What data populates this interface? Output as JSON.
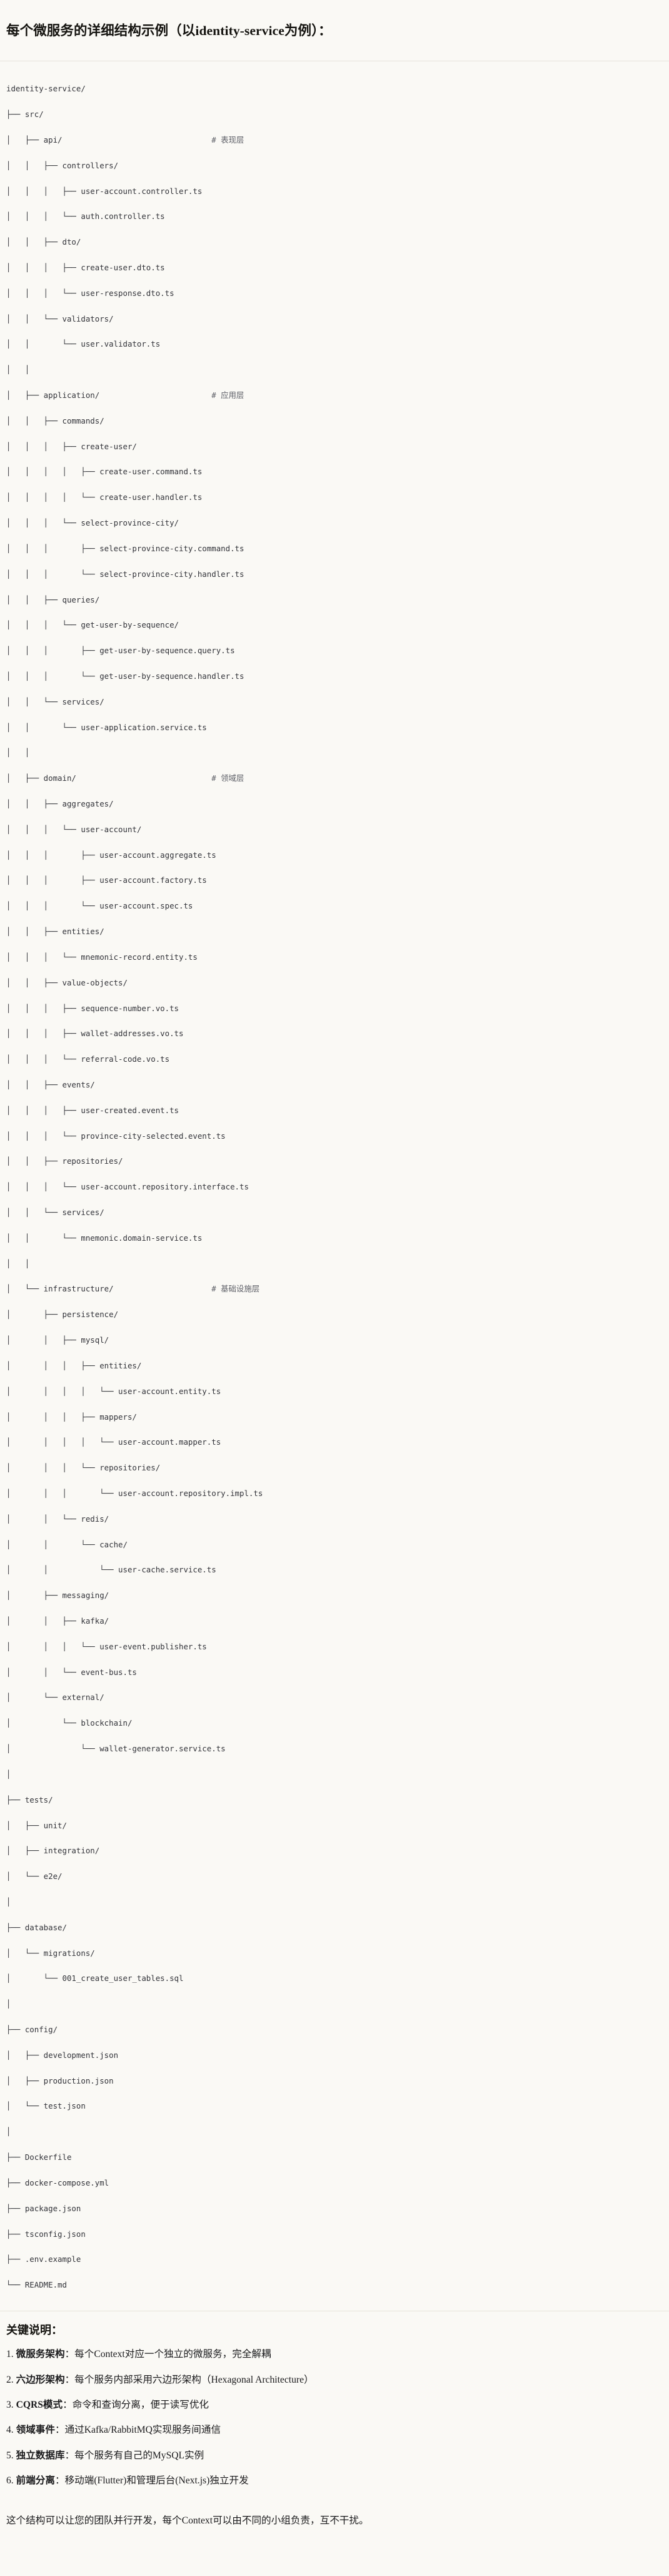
{
  "heading": "每个微服务的详细结构示例（以identity-service为例）：",
  "tree": {
    "root": "identity-service/",
    "lines": [
      {
        "text": "identity-service/",
        "comment": ""
      },
      {
        "text": "├── src/",
        "comment": ""
      },
      {
        "text": "│   ├── api/",
        "comment": "# 表现层"
      },
      {
        "text": "│   │   ├── controllers/",
        "comment": ""
      },
      {
        "text": "│   │   │   ├── user-account.controller.ts",
        "comment": ""
      },
      {
        "text": "│   │   │   └── auth.controller.ts",
        "comment": ""
      },
      {
        "text": "│   │   ├── dto/",
        "comment": ""
      },
      {
        "text": "│   │   │   ├── create-user.dto.ts",
        "comment": ""
      },
      {
        "text": "│   │   │   └── user-response.dto.ts",
        "comment": ""
      },
      {
        "text": "│   │   └── validators/",
        "comment": ""
      },
      {
        "text": "│   │       └── user.validator.ts",
        "comment": ""
      },
      {
        "text": "│   │",
        "comment": ""
      },
      {
        "text": "│   ├── application/",
        "comment": "# 应用层"
      },
      {
        "text": "│   │   ├── commands/",
        "comment": ""
      },
      {
        "text": "│   │   │   ├── create-user/",
        "comment": ""
      },
      {
        "text": "│   │   │   │   ├── create-user.command.ts",
        "comment": ""
      },
      {
        "text": "│   │   │   │   └── create-user.handler.ts",
        "comment": ""
      },
      {
        "text": "│   │   │   └── select-province-city/",
        "comment": ""
      },
      {
        "text": "│   │   │       ├── select-province-city.command.ts",
        "comment": ""
      },
      {
        "text": "│   │   │       └── select-province-city.handler.ts",
        "comment": ""
      },
      {
        "text": "│   │   ├── queries/",
        "comment": ""
      },
      {
        "text": "│   │   │   └── get-user-by-sequence/",
        "comment": ""
      },
      {
        "text": "│   │   │       ├── get-user-by-sequence.query.ts",
        "comment": ""
      },
      {
        "text": "│   │   │       └── get-user-by-sequence.handler.ts",
        "comment": ""
      },
      {
        "text": "│   │   └── services/",
        "comment": ""
      },
      {
        "text": "│   │       └── user-application.service.ts",
        "comment": ""
      },
      {
        "text": "│   │",
        "comment": ""
      },
      {
        "text": "│   ├── domain/",
        "comment": "# 领域层"
      },
      {
        "text": "│   │   ├── aggregates/",
        "comment": ""
      },
      {
        "text": "│   │   │   └── user-account/",
        "comment": ""
      },
      {
        "text": "│   │   │       ├── user-account.aggregate.ts",
        "comment": ""
      },
      {
        "text": "│   │   │       ├── user-account.factory.ts",
        "comment": ""
      },
      {
        "text": "│   │   │       └── user-account.spec.ts",
        "comment": ""
      },
      {
        "text": "│   │   ├── entities/",
        "comment": ""
      },
      {
        "text": "│   │   │   └── mnemonic-record.entity.ts",
        "comment": ""
      },
      {
        "text": "│   │   ├── value-objects/",
        "comment": ""
      },
      {
        "text": "│   │   │   ├── sequence-number.vo.ts",
        "comment": ""
      },
      {
        "text": "│   │   │   ├── wallet-addresses.vo.ts",
        "comment": ""
      },
      {
        "text": "│   │   │   └── referral-code.vo.ts",
        "comment": ""
      },
      {
        "text": "│   │   ├── events/",
        "comment": ""
      },
      {
        "text": "│   │   │   ├── user-created.event.ts",
        "comment": ""
      },
      {
        "text": "│   │   │   └── province-city-selected.event.ts",
        "comment": ""
      },
      {
        "text": "│   │   ├── repositories/",
        "comment": ""
      },
      {
        "text": "│   │   │   └── user-account.repository.interface.ts",
        "comment": ""
      },
      {
        "text": "│   │   └── services/",
        "comment": ""
      },
      {
        "text": "│   │       └── mnemonic.domain-service.ts",
        "comment": ""
      },
      {
        "text": "│   │",
        "comment": ""
      },
      {
        "text": "│   └── infrastructure/",
        "comment": "# 基础设施层"
      },
      {
        "text": "│       ├── persistence/",
        "comment": ""
      },
      {
        "text": "│       │   ├── mysql/",
        "comment": ""
      },
      {
        "text": "│       │   │   ├── entities/",
        "comment": ""
      },
      {
        "text": "│       │   │   │   └── user-account.entity.ts",
        "comment": ""
      },
      {
        "text": "│       │   │   ├── mappers/",
        "comment": ""
      },
      {
        "text": "│       │   │   │   └── user-account.mapper.ts",
        "comment": ""
      },
      {
        "text": "│       │   │   └── repositories/",
        "comment": ""
      },
      {
        "text": "│       │   │       └── user-account.repository.impl.ts",
        "comment": ""
      },
      {
        "text": "│       │   └── redis/",
        "comment": ""
      },
      {
        "text": "│       │       └── cache/",
        "comment": ""
      },
      {
        "text": "│       │           └── user-cache.service.ts",
        "comment": ""
      },
      {
        "text": "│       ├── messaging/",
        "comment": ""
      },
      {
        "text": "│       │   ├── kafka/",
        "comment": ""
      },
      {
        "text": "│       │   │   └── user-event.publisher.ts",
        "comment": ""
      },
      {
        "text": "│       │   └── event-bus.ts",
        "comment": ""
      },
      {
        "text": "│       └── external/",
        "comment": ""
      },
      {
        "text": "│           └── blockchain/",
        "comment": ""
      },
      {
        "text": "│               └── wallet-generator.service.ts",
        "comment": ""
      },
      {
        "text": "│",
        "comment": ""
      },
      {
        "text": "├── tests/",
        "comment": ""
      },
      {
        "text": "│   ├── unit/",
        "comment": ""
      },
      {
        "text": "│   ├── integration/",
        "comment": ""
      },
      {
        "text": "│   └── e2e/",
        "comment": ""
      },
      {
        "text": "│",
        "comment": ""
      },
      {
        "text": "├── database/",
        "comment": ""
      },
      {
        "text": "│   └── migrations/",
        "comment": ""
      },
      {
        "text": "│       └── 001_create_user_tables.sql",
        "comment": ""
      },
      {
        "text": "│",
        "comment": ""
      },
      {
        "text": "├── config/",
        "comment": ""
      },
      {
        "text": "│   ├── development.json",
        "comment": ""
      },
      {
        "text": "│   ├── production.json",
        "comment": ""
      },
      {
        "text": "│   └── test.json",
        "comment": ""
      },
      {
        "text": "│",
        "comment": ""
      },
      {
        "text": "├── Dockerfile",
        "comment": ""
      },
      {
        "text": "├── docker-compose.yml",
        "comment": ""
      },
      {
        "text": "├── package.json",
        "comment": ""
      },
      {
        "text": "├── tsconfig.json",
        "comment": ""
      },
      {
        "text": "├── .env.example",
        "comment": ""
      },
      {
        "text": "└── README.md",
        "comment": ""
      }
    ],
    "comment_column": 44
  },
  "notes": {
    "title": "关键说明：",
    "items": [
      {
        "num": "1.",
        "term": "微服务架构",
        "body": "：每个Context对应一个独立的微服务，完全解耦"
      },
      {
        "num": "2.",
        "term": "六边形架构",
        "body": "：每个服务内部采用六边形架构（Hexagonal Architecture）"
      },
      {
        "num": "3.",
        "term": "CQRS模式",
        "body": "：命令和查询分离，便于读写优化"
      },
      {
        "num": "4.",
        "term": "领域事件",
        "body": "：通过Kafka/RabbitMQ实现服务间通信"
      },
      {
        "num": "5.",
        "term": "独立数据库",
        "body": "：每个服务有自己的MySQL实例"
      },
      {
        "num": "6.",
        "term": "前端分离",
        "body": "：移动端(Flutter)和管理后台(Next.js)独立开发"
      }
    ],
    "closing": "这个结构可以让您的团队并行开发，每个Context可以由不同的小组负责，互不干扰。"
  }
}
